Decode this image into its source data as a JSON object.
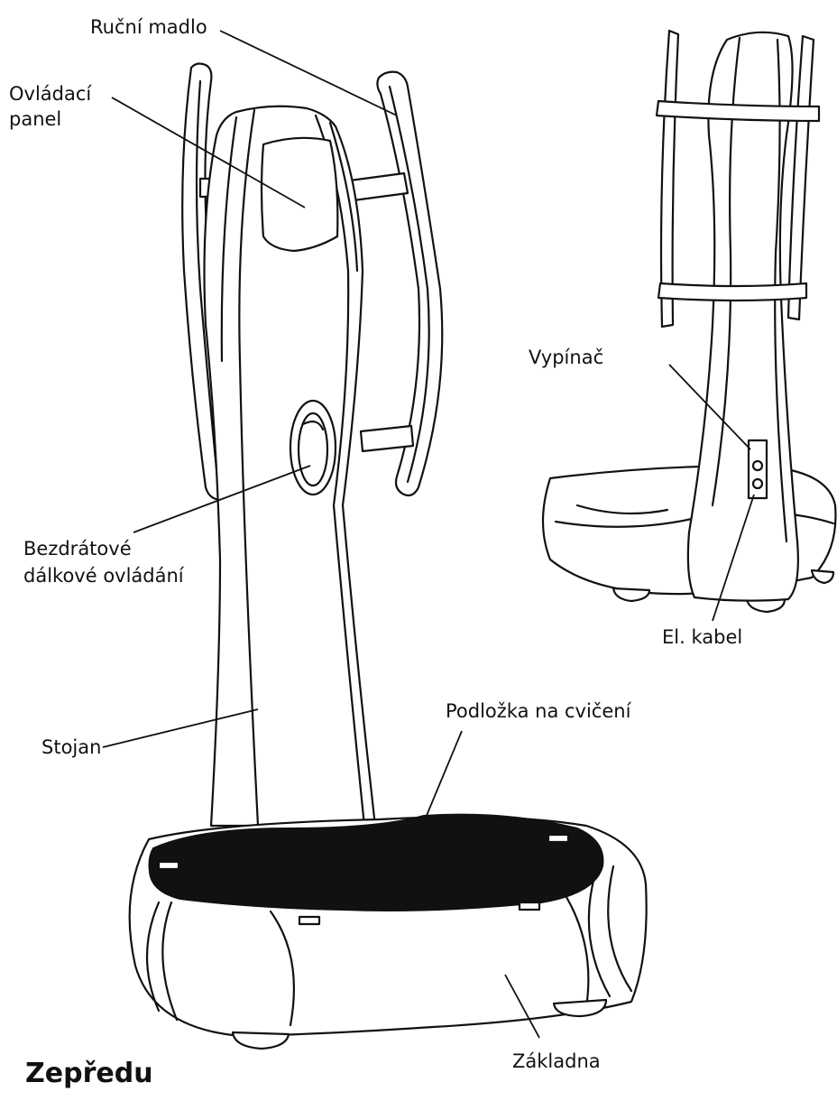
{
  "labels": {
    "handle": "Ruční madlo",
    "control_panel_line1": "Ovládací",
    "control_panel_line2": "panel",
    "remote_line1": "Bezdrátové",
    "remote_line2": "dálkové ovládání",
    "stand": "Stojan",
    "exercise_mat": "Podložka na cvičení",
    "base": "Základna",
    "switch": "Vypínač",
    "cable": "El. kabel"
  },
  "view_title": "Zepředu",
  "colors": {
    "line": "#111111",
    "background": "#ffffff",
    "mat": "#111111"
  }
}
